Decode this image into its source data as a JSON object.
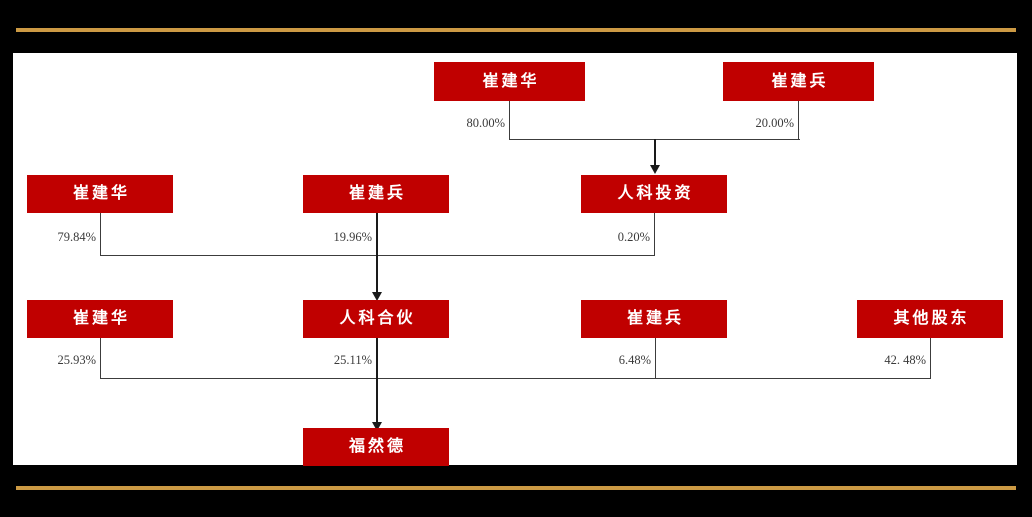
{
  "slide": {
    "accent_gold": "#CC9A44",
    "node_fill": "#C00000",
    "node_text_color": "#FFFFFF",
    "connector_color": "#3C3C3C",
    "background": "#000000",
    "canvas_background": "#FFFFFF"
  },
  "chart_data": {
    "type": "diagram",
    "title": "",
    "diagram_kind": "ownership-structure-tree",
    "levels": [
      {
        "level": 1,
        "nodes": [
          {
            "id": "n1",
            "label": "崔建华"
          },
          {
            "id": "n2",
            "label": "崔建兵"
          }
        ]
      },
      {
        "level": 2,
        "nodes": [
          {
            "id": "n3",
            "label": "崔建华"
          },
          {
            "id": "n4",
            "label": "崔建兵"
          },
          {
            "id": "n5",
            "label": "人科投资"
          }
        ]
      },
      {
        "level": 3,
        "nodes": [
          {
            "id": "n6",
            "label": "崔建华"
          },
          {
            "id": "n7",
            "label": "人科合伙"
          },
          {
            "id": "n8",
            "label": "崔建兵"
          },
          {
            "id": "n9",
            "label": "其他股东"
          }
        ]
      },
      {
        "level": 4,
        "nodes": [
          {
            "id": "n10",
            "label": "福然德"
          }
        ]
      }
    ],
    "edges": [
      {
        "from": "n1",
        "to": "n5",
        "label": "80.00%",
        "value": 80.0
      },
      {
        "from": "n2",
        "to": "n5",
        "label": "20.00%",
        "value": 20.0
      },
      {
        "from": "n3",
        "to": "n7",
        "label": "79.84%",
        "value": 79.84
      },
      {
        "from": "n4",
        "to": "n7",
        "label": "19.96%",
        "value": 19.96
      },
      {
        "from": "n5",
        "to": "n7",
        "label": "0.20%",
        "value": 0.2
      },
      {
        "from": "n6",
        "to": "n10",
        "label": "25.93%",
        "value": 25.93
      },
      {
        "from": "n7",
        "to": "n10",
        "label": "25.11%",
        "value": 25.11
      },
      {
        "from": "n8",
        "to": "n10",
        "label": "6.48%",
        "value": 6.48
      },
      {
        "from": "n9",
        "to": "n10",
        "label": "42. 48%",
        "value": 42.48
      }
    ]
  },
  "nodes": {
    "r1c1": "崔建华",
    "r1c2": "崔建兵",
    "r2c1": "崔建华",
    "r2c2": "崔建兵",
    "r2c3": "人科投资",
    "r3c1": "崔建华",
    "r3c2": "人科合伙",
    "r3c3": "崔建兵",
    "r3c4": "其他股东",
    "r4c1": "福然德"
  },
  "percents": {
    "p_80": "80.00%",
    "p_20": "20.00%",
    "p_7984": "79.84%",
    "p_1996": "19.96%",
    "p_020": "0.20%",
    "p_2593": "25.93%",
    "p_2511": "25.11%",
    "p_648": "6.48%",
    "p_4248": "42. 48%"
  }
}
